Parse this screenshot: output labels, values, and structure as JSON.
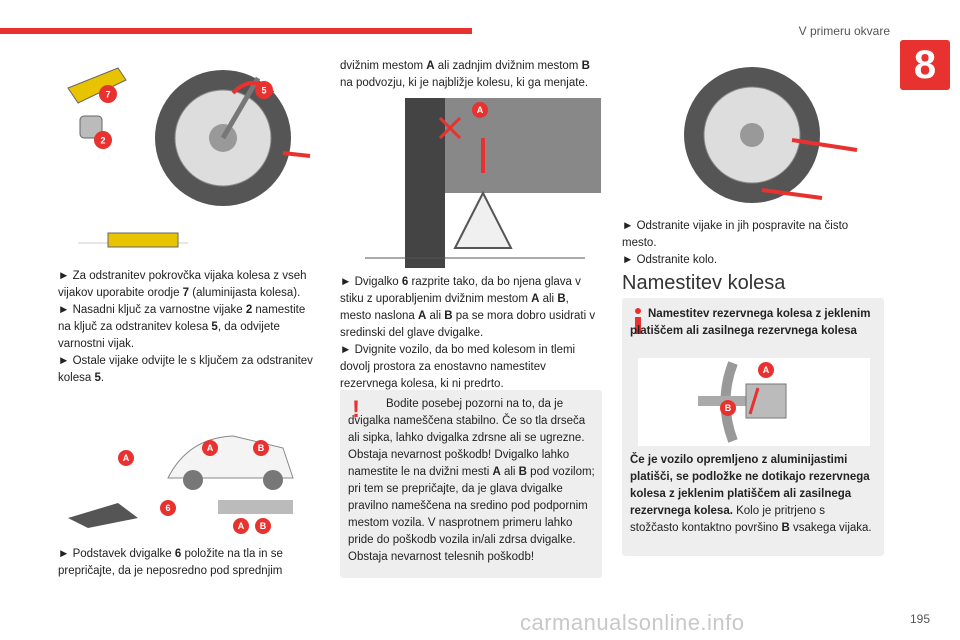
{
  "header": {
    "title": "V primeru okvare",
    "chapter": "8",
    "page": "195"
  },
  "watermark": "carmanualsonline.info",
  "colors": {
    "accent": "#e8322f",
    "box_bg": "#eeeeee"
  },
  "col1": {
    "p1_a": "► Za odstranitev pokrovčka vijaka kolesa z vseh vijakov uporabite orodje ",
    "p1_b": "7",
    "p1_c": " (aluminijasta kolesa).",
    "p2_a": "► Nasadni ključ za varnostne vijake ",
    "p2_b": "2",
    "p2_c": " namestite na ključ za odstranitev kolesa ",
    "p2_d": "5",
    "p2_e": ", da odvijete varnostni vijak.",
    "p3_a": "► Ostale vijake odvijte le s ključem za odstranitev kolesa ",
    "p3_b": "5",
    "p3_c": ".",
    "p4_a": "► Podstavek dvigalke ",
    "p4_b": "6",
    "p4_c": " položite na tla in se prepričajte, da je neposredno pod sprednjim"
  },
  "col2": {
    "p1_a": "dvižnim mestom ",
    "p1_b": "A",
    "p1_c": " ali zadnjim dvižnim mestom ",
    "p1_d": "B",
    "p1_e": " na podvozju, ki je najbližje kolesu, ki ga menjate.",
    "p2_a": "► Dvigalko ",
    "p2_b": "6",
    "p2_c": " razprite tako, da bo njena glava v stiku z uporabljenim dvižnim mestom ",
    "p2_d": "A",
    "p2_e": " ali ",
    "p2_f": "B",
    "p2_g": ", mesto naslona ",
    "p2_h": "A",
    "p2_i": " ali ",
    "p2_j": "B",
    "p2_k": " pa se mora dobro usidrati v sredinski del glave dvigalke.",
    "p3": "► Dvignite vozilo, da bo med kolesom in tlemi dovolj prostora za enostavno namestitev rezervnega kolesa, ki ni predrto.",
    "warn_a": "Bodite posebej pozorni na to, da je dvigalka nameščena stabilno. Če so tla drseča ali sipka, lahko dvigalka zdrsne ali se ugrezne. Obstaja nevarnost poškodb! Dvigalko lahko namestite le na dvižni mesti ",
    "warn_b": "A",
    "warn_c": " ali ",
    "warn_d": "B",
    "warn_e": " pod vozilom; pri tem se prepričajte, da je glava dvigalke pravilno nameščena na sredino pod podpornim mestom vozila. V nasprotnem primeru lahko pride do poškodb vozila in/ali zdrsa dvigalke. Obstaja nevarnost telesnih poškodb!"
  },
  "col3": {
    "p1": "► Odstranite vijake in jih pospravite na čisto mesto.",
    "p2": "► Odstranite kolo.",
    "section_title": "Namestitev kolesa",
    "info_title": "Namestitev rezervnega kolesa z jeklenim platiščem ali zasilnega rezervnega kolesa",
    "info_b1": "Če je vozilo opremljeno z aluminijastimi platišči, se podložke ne dotikajo rezervnega kolesa z jeklenim platiščem ali zasilnega rezervnega kolesa.",
    "info_t1": " Kolo je pritrjeno s stožčasto kontaktno površino ",
    "info_b2": "B",
    "info_t2": " vsakega vijaka."
  },
  "labels": {
    "n7": "7",
    "n2": "2",
    "n5": "5",
    "n6": "6",
    "A": "A",
    "B": "B"
  }
}
